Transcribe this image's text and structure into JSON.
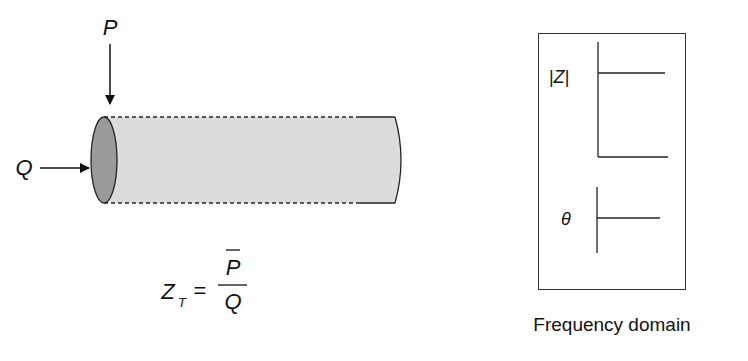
{
  "diagram": {
    "nodes": [
      {
        "text": [
          "|Z|",
          "θ",
          "Frequency domain"
        ]
      }
    ],
    "labels": [
      "P",
      "Q",
      "Z",
      "T",
      "=",
      "P",
      "Q"
    ]
  }
}
